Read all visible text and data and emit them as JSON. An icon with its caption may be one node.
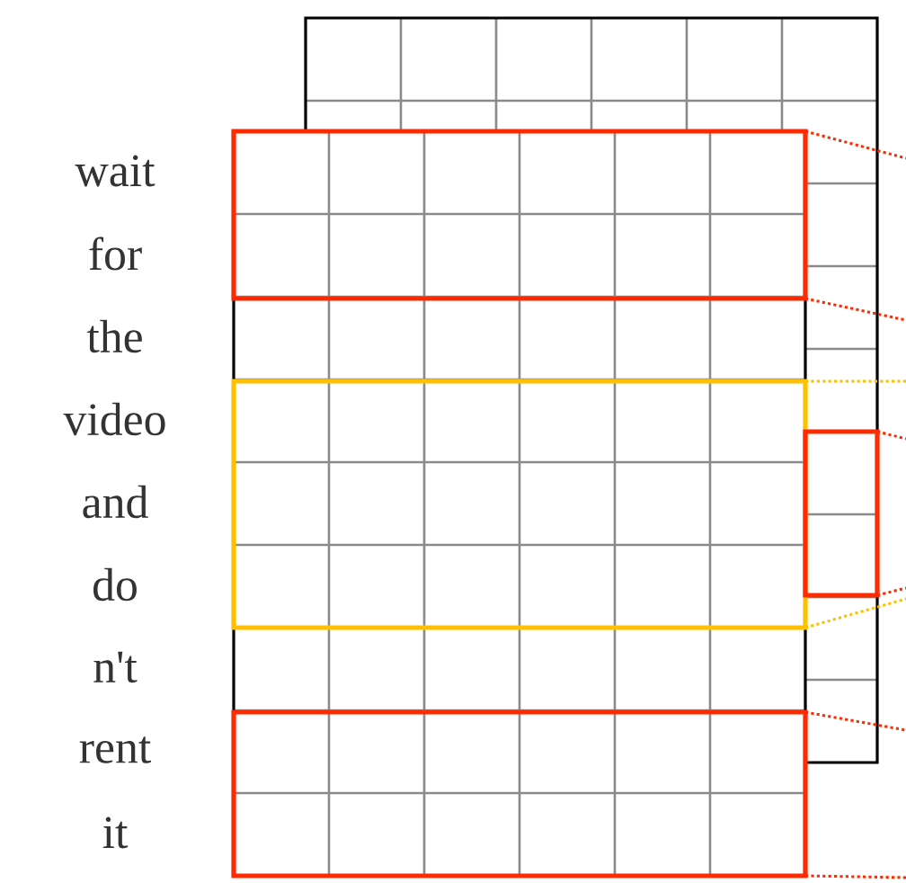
{
  "diagram": {
    "nodes": [
      {
        "text": [],
        "shape": "box"
      },
      {
        "text": [],
        "shape": "box"
      },
      {
        "text": [],
        "shape": "box"
      },
      {
        "text": [],
        "shape": "box"
      }
    ],
    "edges": [
      {
        "from": 0,
        "to": null,
        "arrow": "none",
        "style": "dashed"
      },
      {
        "from": 0,
        "to": null,
        "arrow": "none",
        "style": "dashed"
      },
      {
        "from": 1,
        "to": null,
        "arrow": "none",
        "style": "dashed",
        "color": "#ffc000"
      },
      {
        "from": 1,
        "to": null,
        "arrow": "none",
        "style": "dashed",
        "color": "#ffc000"
      },
      {
        "from": 2,
        "to": null,
        "arrow": "none",
        "style": "dashed"
      },
      {
        "from": 2,
        "to": null,
        "arrow": "none",
        "style": "dashed"
      },
      {
        "from": 3,
        "to": null,
        "arrow": "none",
        "style": "dashed"
      },
      {
        "from": 3,
        "to": null,
        "arrow": "none",
        "style": "dashed"
      }
    ],
    "labels": [
      "wait",
      "for",
      "the",
      "video",
      "and",
      "do",
      "n't",
      "rent",
      "it"
    ]
  }
}
